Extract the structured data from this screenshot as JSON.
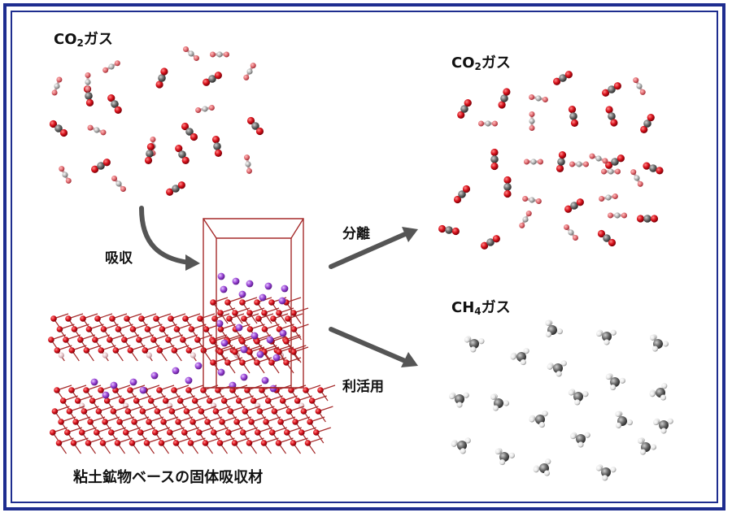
{
  "labels": {
    "co2_gas_left": {
      "prefix": "CO",
      "sub": "2",
      "suffix": "ガス"
    },
    "co2_gas_right": {
      "prefix": "CO",
      "sub": "2",
      "suffix": "ガス"
    },
    "ch4_gas": {
      "prefix": "CH",
      "sub": "4",
      "suffix": "ガス"
    },
    "absorb": "吸収",
    "separate": "分離",
    "utilize": "利活用",
    "caption": "粘土鉱物ベースの固体吸収材"
  },
  "colors": {
    "frame": "#1e2d8f",
    "oxygen": "#d8101a",
    "carbon": "#6b6b6b",
    "hydrogen": "#f2f2f2",
    "potassium": "#9a45d6",
    "silicon": "#8a9aa0",
    "arrow": "#555555",
    "cell": "#a52a2a"
  }
}
